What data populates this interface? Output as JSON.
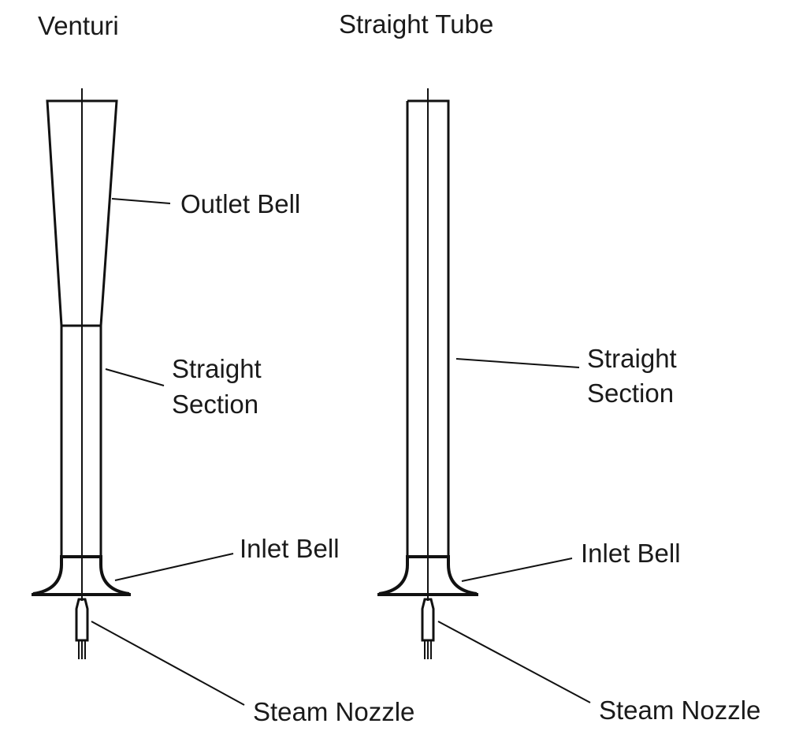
{
  "diagram": {
    "venturi": {
      "title": "Venturi",
      "outlet_bell": "Outlet Bell",
      "straight_section_line1": "Straight",
      "straight_section_line2": "Section",
      "inlet_bell": "Inlet Bell",
      "steam_nozzle": "Steam Nozzle"
    },
    "straight_tube": {
      "title": "Straight Tube",
      "straight_section_line1": "Straight",
      "straight_section_line2": "Section",
      "inlet_bell": "Inlet Bell",
      "steam_nozzle": "Steam Nozzle"
    }
  }
}
